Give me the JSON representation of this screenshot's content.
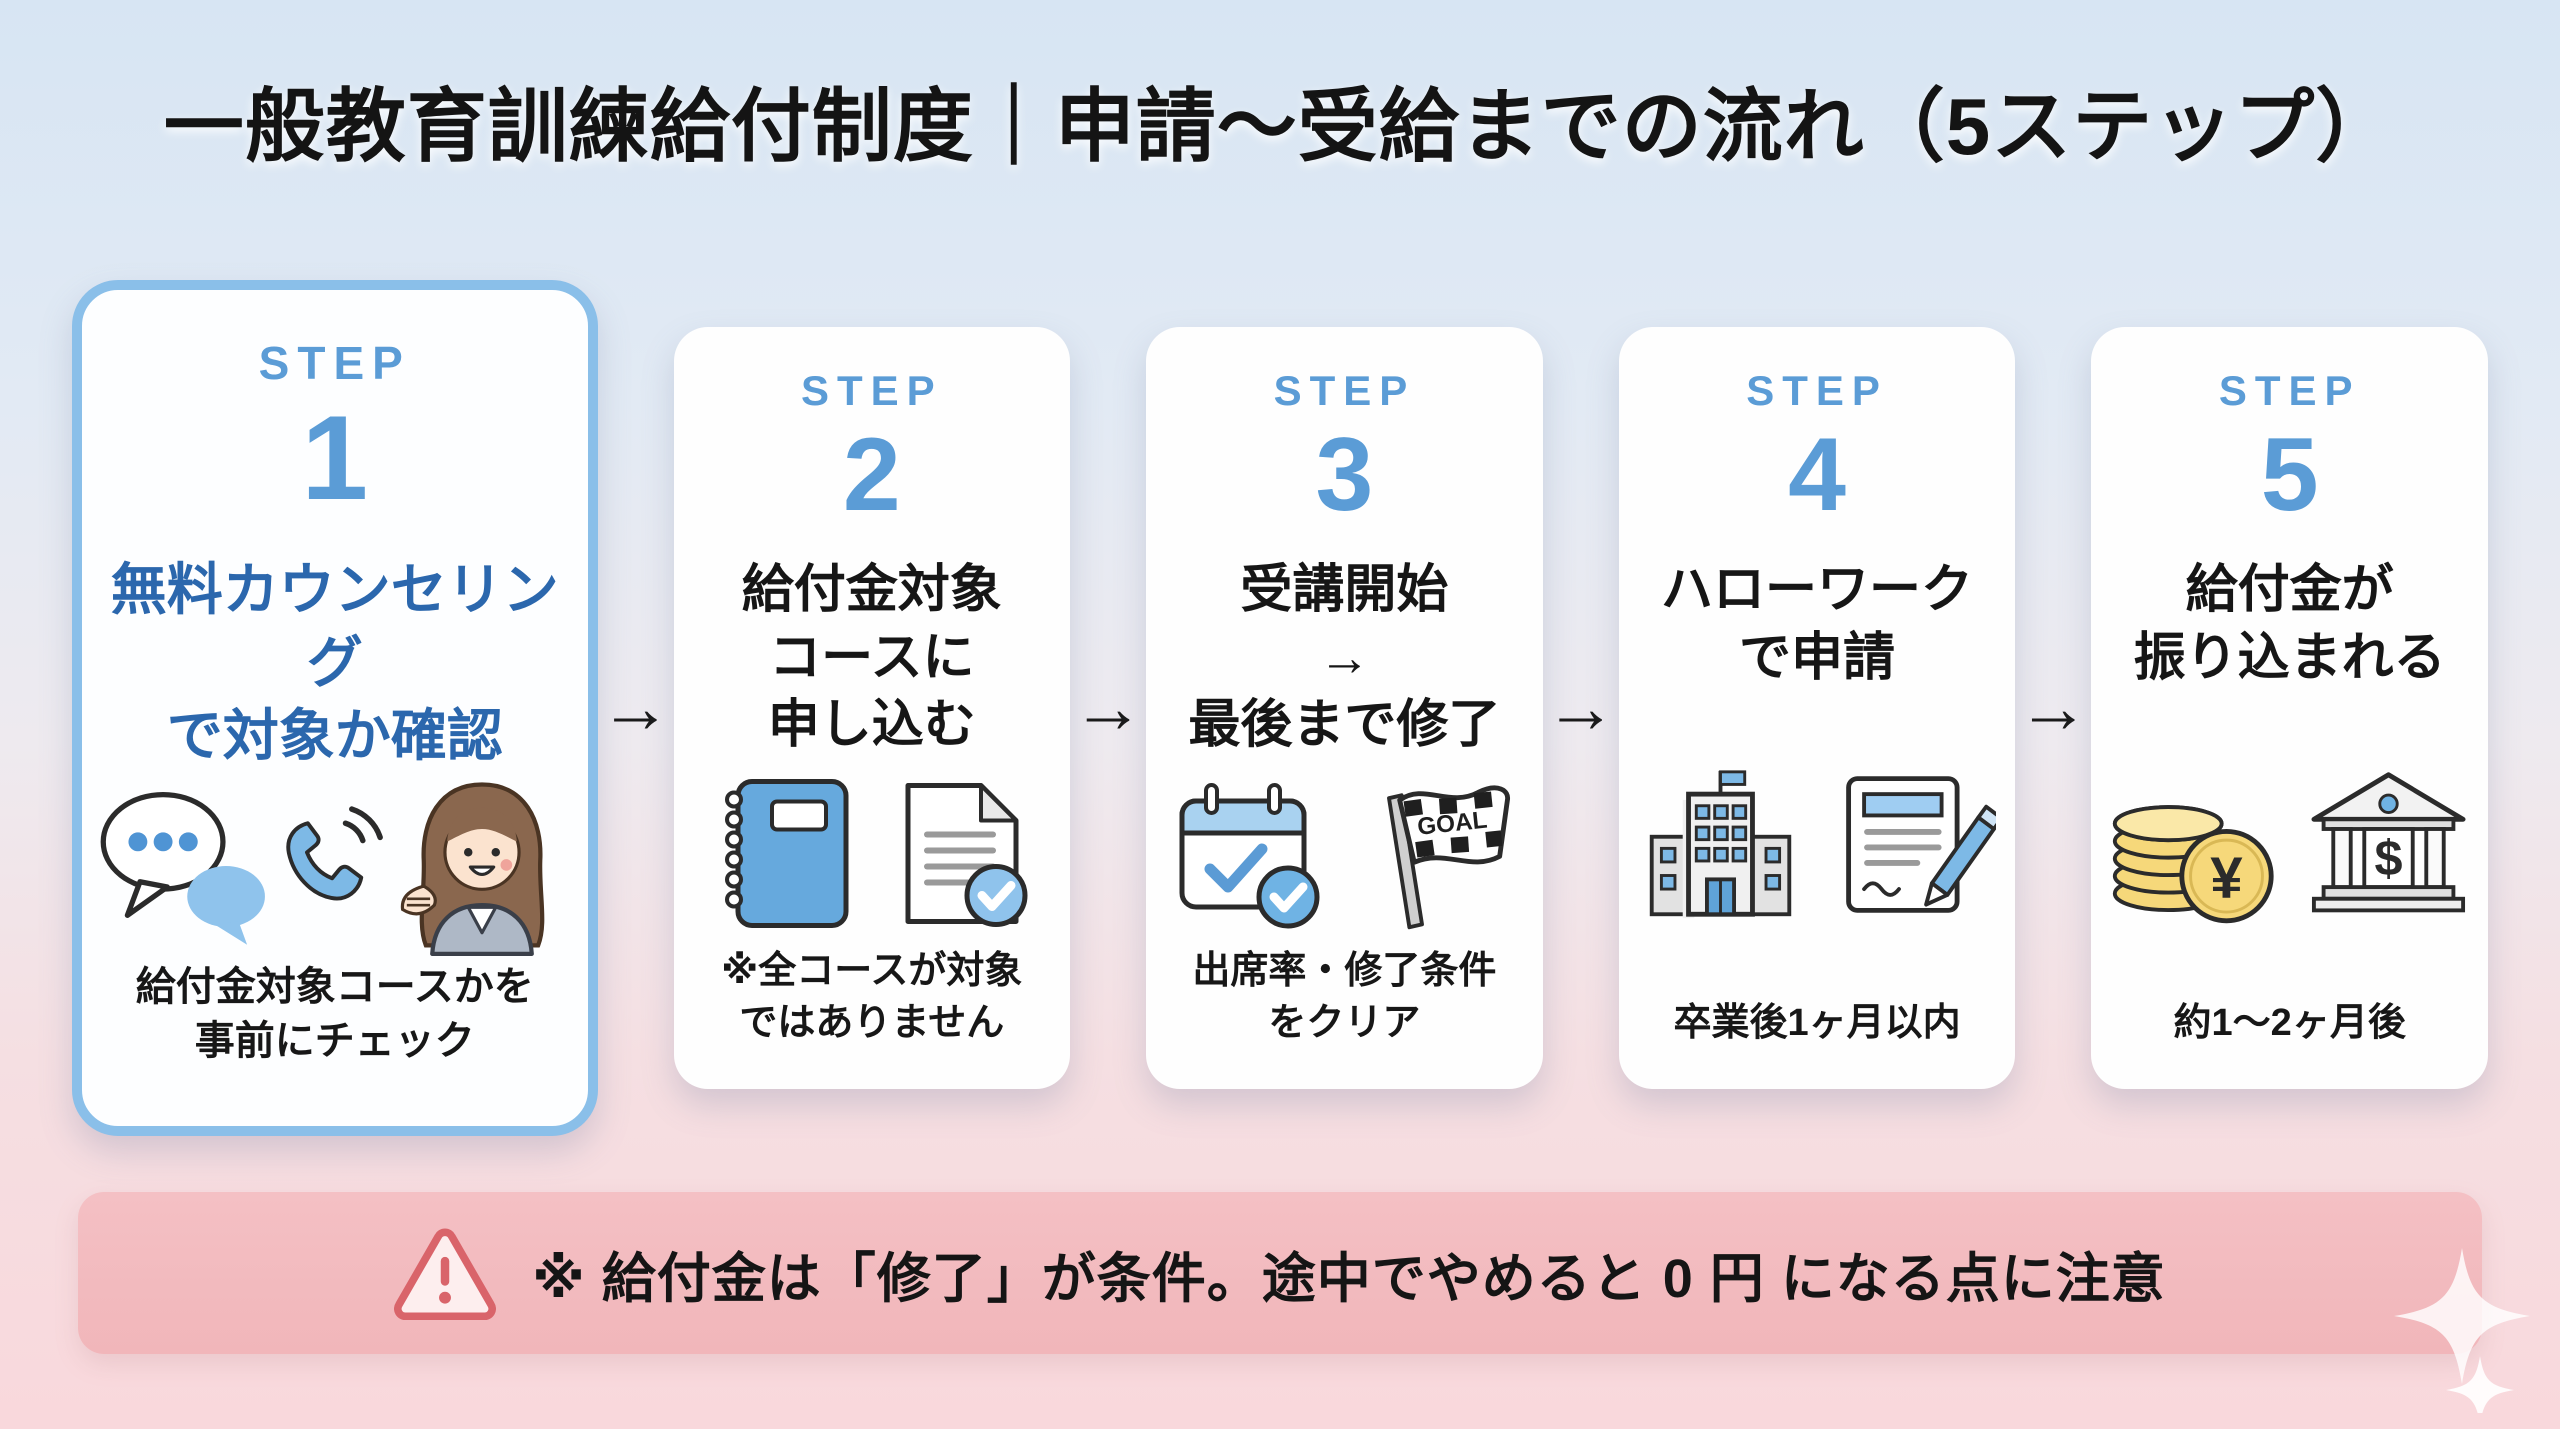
{
  "title": "一般教育訓練給付制度｜申請〜受給までの流れ（5ステップ）",
  "arrow": "→",
  "colors": {
    "step_accent": "#5b9cd6",
    "step1_title_blue": "#2b67ad",
    "card1_border": "#8abfe9",
    "notice_bg": "#f1b6ba",
    "notice_accent": "#d9646a",
    "bg_top": "#d7e5f3",
    "bg_bottom": "#f9d8dc"
  },
  "steps": [
    {
      "label": "STEP",
      "number": "1",
      "title": "無料カウンセリング\nで対象か確認",
      "note": "給付金対象コースかを\n事前にチェック",
      "icons": [
        "chat-bubbles-icon",
        "phone-icon",
        "counselor-icon"
      ]
    },
    {
      "label": "STEP",
      "number": "2",
      "title": "給付金対象\nコースに\n申し込む",
      "note": "※全コースが対象\nではありません",
      "icons": [
        "notebook-icon",
        "document-check-icon"
      ]
    },
    {
      "label": "STEP",
      "number": "3",
      "title": "受講開始\n→\n最後まで修了",
      "note": "出席率・修了条件\nをクリア",
      "icons": [
        "calendar-check-icon",
        "goal-flag-icon"
      ],
      "flag_text": "GOAL"
    },
    {
      "label": "STEP",
      "number": "4",
      "title": "ハローワーク\nで申請",
      "note": "卒業後1ヶ月以内",
      "icons": [
        "government-building-icon",
        "application-pen-icon"
      ]
    },
    {
      "label": "STEP",
      "number": "5",
      "title": "給付金が\n振り込まれる",
      "note": "約1〜2ヶ月後",
      "icons": [
        "coins-icon",
        "bank-icon"
      ],
      "coin_symbol": "¥",
      "bank_symbol": "$"
    }
  ],
  "notice": {
    "icon": "warning-triangle-icon",
    "text": "※ 給付金は「修了」が条件。途中でやめると 0 円 になる点に注意"
  }
}
